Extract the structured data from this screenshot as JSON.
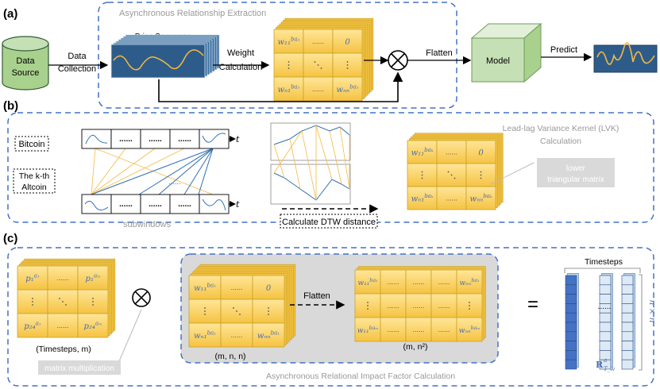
{
  "panels": {
    "a": {
      "label": "(a)"
    },
    "b": {
      "label": "(b)"
    },
    "c": {
      "label": "(c)"
    }
  },
  "a": {
    "group_title": "Asynchronous Relationship Extraction",
    "data_source": [
      "Data",
      "Source"
    ],
    "arrow_collection": [
      "Data",
      "Collection"
    ],
    "price_sequence": "Price Sequence",
    "arrow_weight": [
      "Weight",
      "Calculation"
    ],
    "matrix": {
      "tl": "w₁₁",
      "tl_sup": "ba₁",
      "tr": "0",
      "bl": "wₙ₁",
      "bl_sup": "ba₁",
      "br": "wₙₙ",
      "br_sup": "ba₁",
      "dots": "......"
    },
    "otimes": "⊗",
    "flatten": "Flatten",
    "model": "Model",
    "predict": "Predict"
  },
  "b": {
    "bitcoin": "Bitcoin",
    "altcoin": [
      "The k-th",
      "Altcoin"
    ],
    "t": "t",
    "dots": "......",
    "subwindows": "subwindows",
    "dtw": "Calculate DTW distance",
    "lvk_title": [
      "Lead-lag Variance Kernel (LVK)",
      "Calculation"
    ],
    "lower": [
      "lower",
      "triangular matrix"
    ],
    "matrix": {
      "tl": "w₁₁",
      "tl_sup": "baₖ",
      "tr": "0",
      "bl": "wₙ₁",
      "bl_sup": "baₖ",
      "br": "wₙₙ",
      "br_sup": "baₖ",
      "dots": "......"
    }
  },
  "c": {
    "pmatrix": {
      "tl": "p₁",
      "tl_sup": "a₁",
      "tr": "p₁",
      "tr_sup": "aₘ",
      "bl": "p₂₄",
      "bl_sup": "a₁",
      "br": "p₂₄",
      "br_sup": "aₘ",
      "dots": "......"
    },
    "pm_caption": "(Timesteps, m)",
    "otimes": "⊗",
    "matmul": "matrix multiplication",
    "cube": {
      "tl": "w₁₁",
      "tl_sup": "ba₁",
      "tr": "0",
      "bl": "wₙ₁",
      "bl_sup": "ba₁",
      "br": "wₙₙ",
      "br_sup": "ba₁",
      "dots": "......"
    },
    "cube_caption": "(m, n, n)",
    "flatten": "Flatten",
    "flat": {
      "tl": "w₁₁",
      "tl_sup": "ba₁",
      "tr": "wₙₙ",
      "tr_sup": "ba₁",
      "bl": "w₁₁",
      "bl_sup": "baₘ",
      "br": "wₙₙ",
      "br_sup": "baₘ",
      "dots": "......"
    },
    "flat_caption": "(m, n²)",
    "group_title": "Asynchronous Relational Impact Factor Calculation",
    "equals": "=",
    "timesteps": "Timesteps",
    "nxn": "n × n",
    "r_label": "R",
    "r_sup": "a",
    "r_sub": "T_w",
    "dots": "......"
  },
  "colors": {
    "dash_blue": "#4472c4",
    "cell_yellow": "#ffd966",
    "cell_border": "#c9a227",
    "db_green": "#a9d18e",
    "model_green": "#c5e0b4",
    "dark_blue": "#2e5c8a",
    "line_orange": "#f4b942",
    "line_blue": "#2f6fb5",
    "grey_box": "#d9d9d9"
  }
}
